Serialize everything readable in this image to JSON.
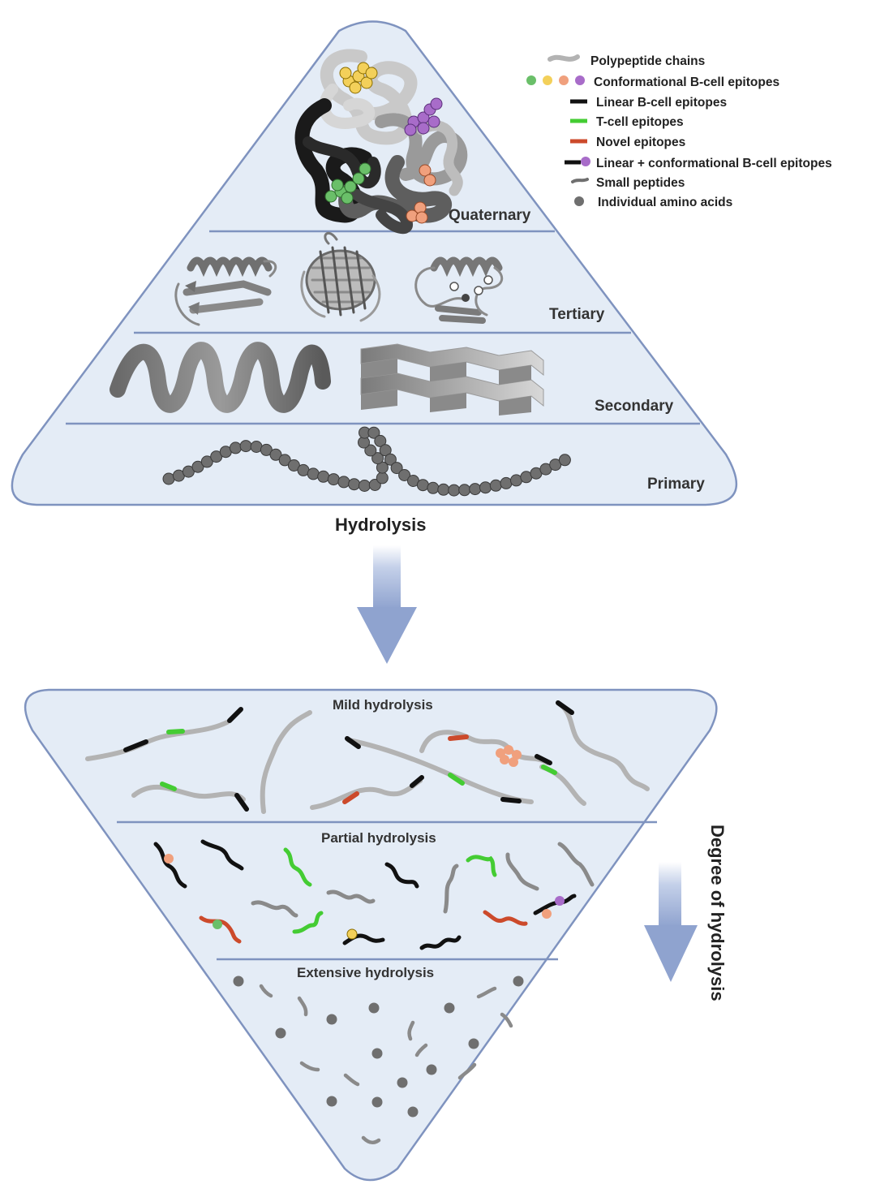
{
  "pyramid": {
    "levels": {
      "quaternary": "Quaternary",
      "tertiary": "Tertiary",
      "secondary": "Secondary",
      "primary": "Primary"
    }
  },
  "process_label": "Hydrolysis",
  "inverted": {
    "levels": {
      "mild": "Mild hydrolysis",
      "partial": "Partial hydrolysis",
      "extensive": "Extensive hydrolysis"
    }
  },
  "degree_label": "Degree of hydrolysis",
  "legend": {
    "items": [
      "Polypeptide chains",
      "Conformational  B-cell epitopes",
      "Linear B-cell epitopes",
      "T-cell epitopes",
      "Novel epitopes",
      "Linear + conformational B-cell epitopes",
      "Small peptides",
      "Individual amino acids"
    ]
  },
  "colors": {
    "panel_fill": "#e4ecf6",
    "panel_stroke": "#7f93bf",
    "arrow": "#8fa3cf",
    "chain_gray": "#b3b3b3",
    "linear_black": "#111111",
    "tcell_green": "#44cc33",
    "novel_red": "#cc4a2b",
    "amino_gray": "#6f6f6f",
    "epitope_yellow": "#f3d05a",
    "epitope_purple": "#a86cc9",
    "epitope_green": "#6abf69",
    "epitope_salmon": "#f0a07d"
  }
}
